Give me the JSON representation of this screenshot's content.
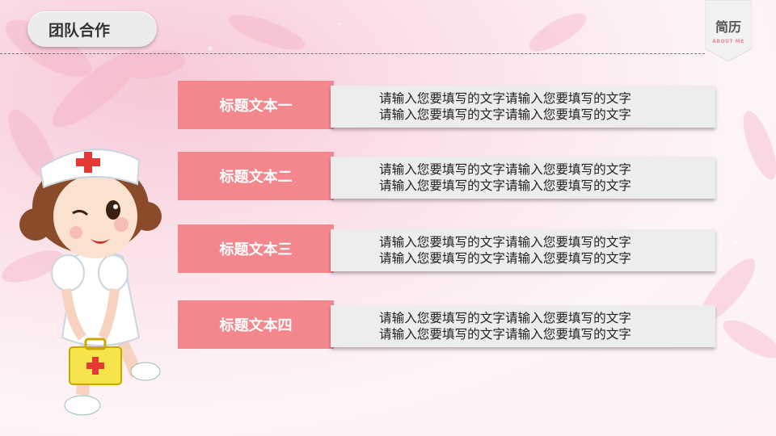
{
  "header": {
    "title": "团队合作"
  },
  "badge": {
    "title": "简历",
    "subtitle": "ABOUT ME"
  },
  "rows": [
    {
      "label": "标题文本一",
      "line1": "请输入您要填写的文字请输入您要填写的文字",
      "line2": "请输入您要填写的文字请输入您要填写的文字"
    },
    {
      "label": "标题文本二",
      "line1": "请输入您要填写的文字请输入您要填写的文字",
      "line2": "请输入您要填写的文字请输入您要填写的文字"
    },
    {
      "label": "标题文本三",
      "line1": "请输入您要填写的文字请输入您要填写的文字",
      "line2": "请输入您要填写的文字请输入您要填写的文字"
    },
    {
      "label": "标题文本四",
      "line1": "请输入您要填写的文字请输入您要填写的文字",
      "line2": "请输入您要填写的文字请输入您要填写的文字"
    }
  ],
  "colors": {
    "accent": "#f4868e",
    "box": "#ededed",
    "badge_sub": "#e9899a"
  },
  "icons": {
    "arrow": "right-arrow-icon",
    "nurse": "nurse-illustration"
  }
}
